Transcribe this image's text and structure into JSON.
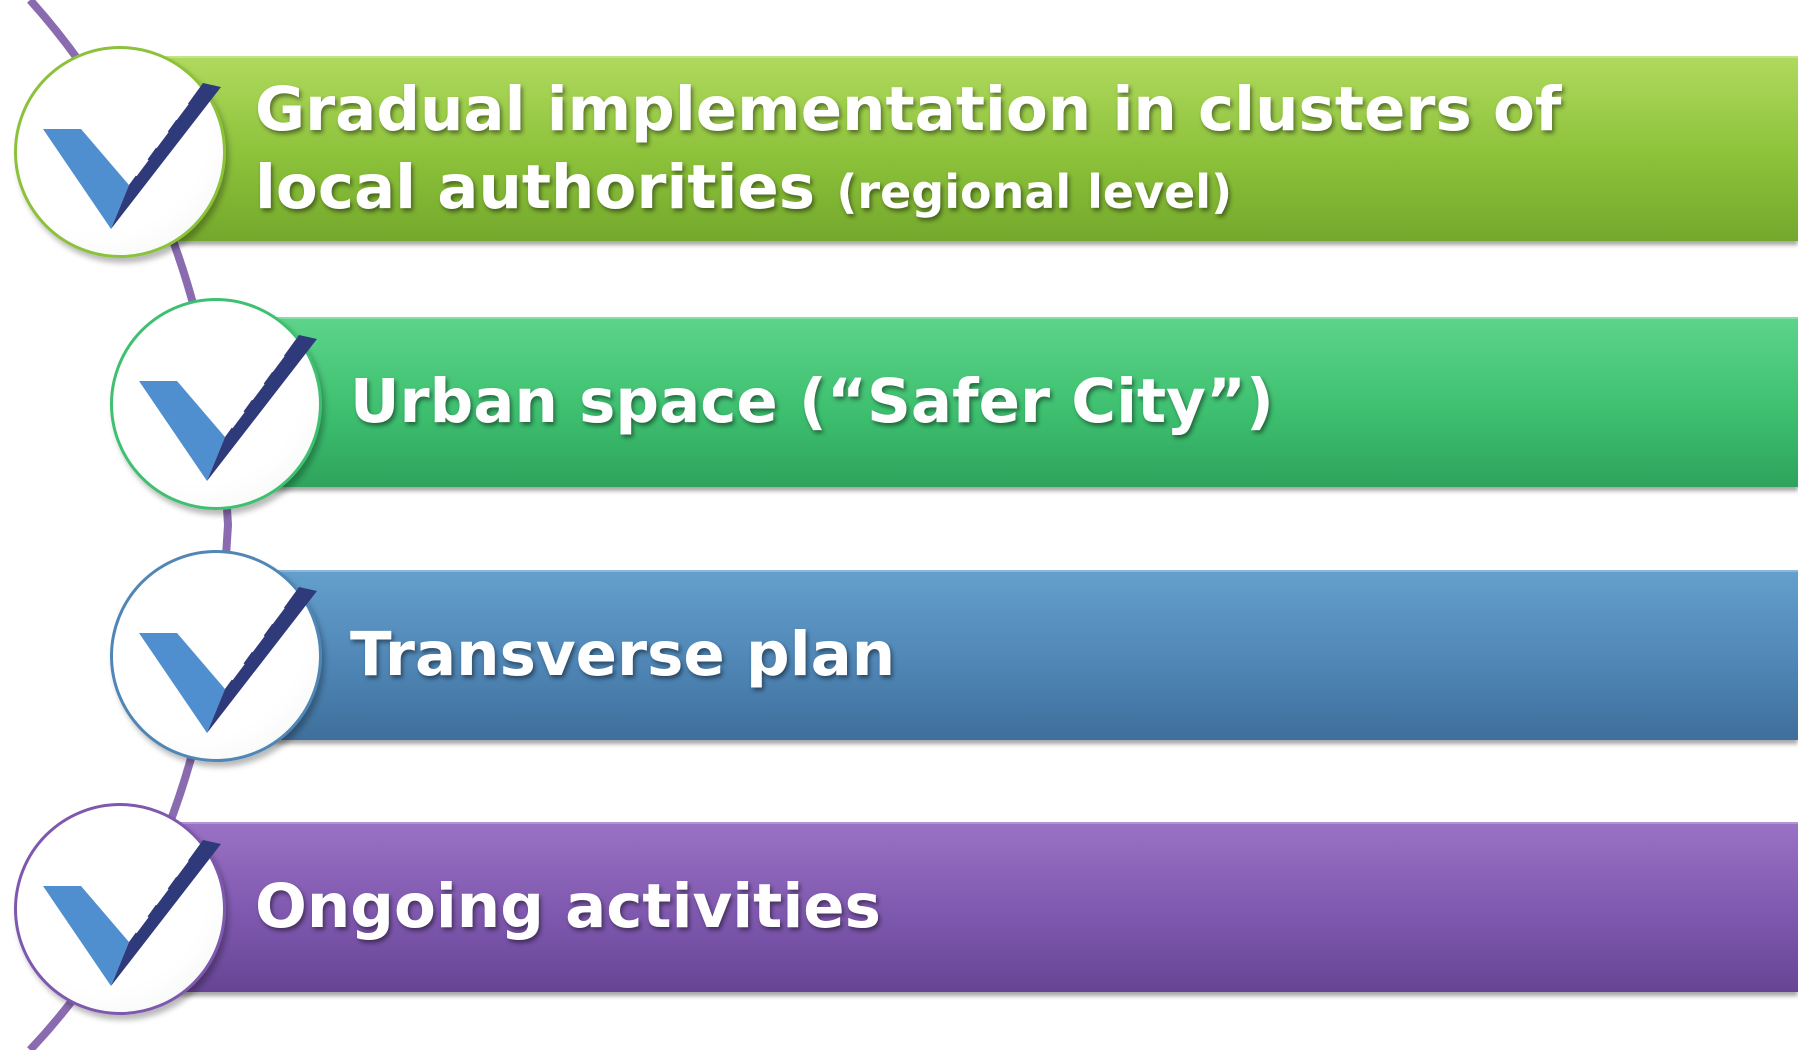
{
  "items": [
    {
      "label": "Gradual implementation in clusters of",
      "label_line2": "local authorities",
      "label_suffix": "(regional level)",
      "color": "#8cc13a",
      "ring_color": "#8cc13a"
    },
    {
      "label": "Urban space (“Safer City”)",
      "color": "#3ec070",
      "ring_color": "#3ec070"
    },
    {
      "label": "Transverse plan",
      "color": "#4f86b6",
      "ring_color": "#4f86b6"
    },
    {
      "label": "Ongoing activities",
      "color": "#7e58ae",
      "ring_color": "#7e58ae"
    }
  ],
  "icons": {
    "checkmark": "road-checkmark-icon"
  },
  "colors": {
    "arc": "#8a6bb0",
    "check_light": "#4f8fcf",
    "check_dark": "#2e3a7a",
    "road_dash": "#ffffff"
  }
}
